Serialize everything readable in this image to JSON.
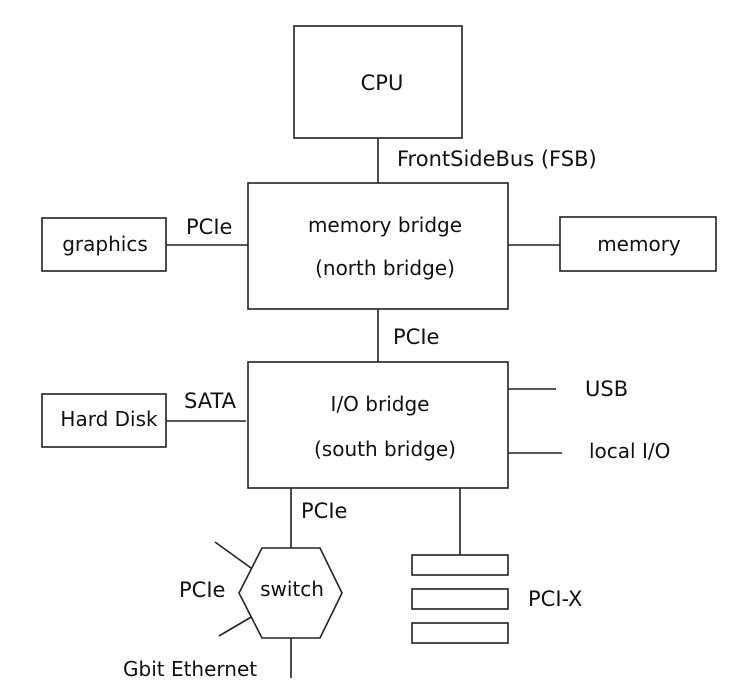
{
  "nodes": {
    "cpu": "CPU",
    "north_bridge_line1": "memory bridge",
    "north_bridge_line2": "(north bridge)",
    "south_bridge_line1": "I/O bridge",
    "south_bridge_line2": "(south bridge)",
    "graphics": "graphics",
    "memory": "memory",
    "hard_disk": "Hard Disk",
    "switch": "switch"
  },
  "links": {
    "fsb": "FrontSideBus (FSB)",
    "graphics_link": "PCIe",
    "bridge_link": "PCIe",
    "sata": "SATA",
    "usb": "USB",
    "local_io": "local I/O",
    "switch_link": "PCIe",
    "switch_pcie": "PCIe",
    "gbit_ethernet": "Gbit Ethernet",
    "pcix": "PCI-X"
  }
}
